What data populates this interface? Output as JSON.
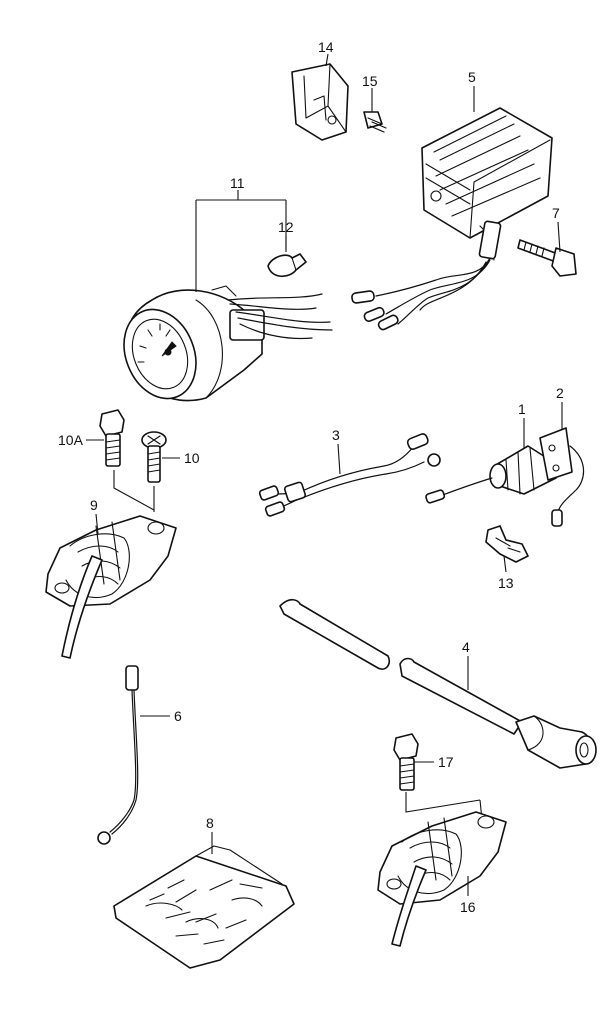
{
  "diagram": {
    "callouts": [
      {
        "id": "c1",
        "label": "1"
      },
      {
        "id": "c2",
        "label": "2"
      },
      {
        "id": "c3",
        "label": "3"
      },
      {
        "id": "c4",
        "label": "4"
      },
      {
        "id": "c5",
        "label": "5"
      },
      {
        "id": "c6",
        "label": "6"
      },
      {
        "id": "c7",
        "label": "7"
      },
      {
        "id": "c8",
        "label": "8"
      },
      {
        "id": "c9",
        "label": "9"
      },
      {
        "id": "c10",
        "label": "10"
      },
      {
        "id": "c10a",
        "label": "10A"
      },
      {
        "id": "c11",
        "label": "11"
      },
      {
        "id": "c12",
        "label": "12"
      },
      {
        "id": "c13",
        "label": "13"
      },
      {
        "id": "c14",
        "label": "14"
      },
      {
        "id": "c15",
        "label": "15"
      },
      {
        "id": "c16",
        "label": "16"
      },
      {
        "id": "c17",
        "label": "17"
      }
    ],
    "colors": {
      "line": "#111111",
      "background": "#ffffff"
    }
  }
}
